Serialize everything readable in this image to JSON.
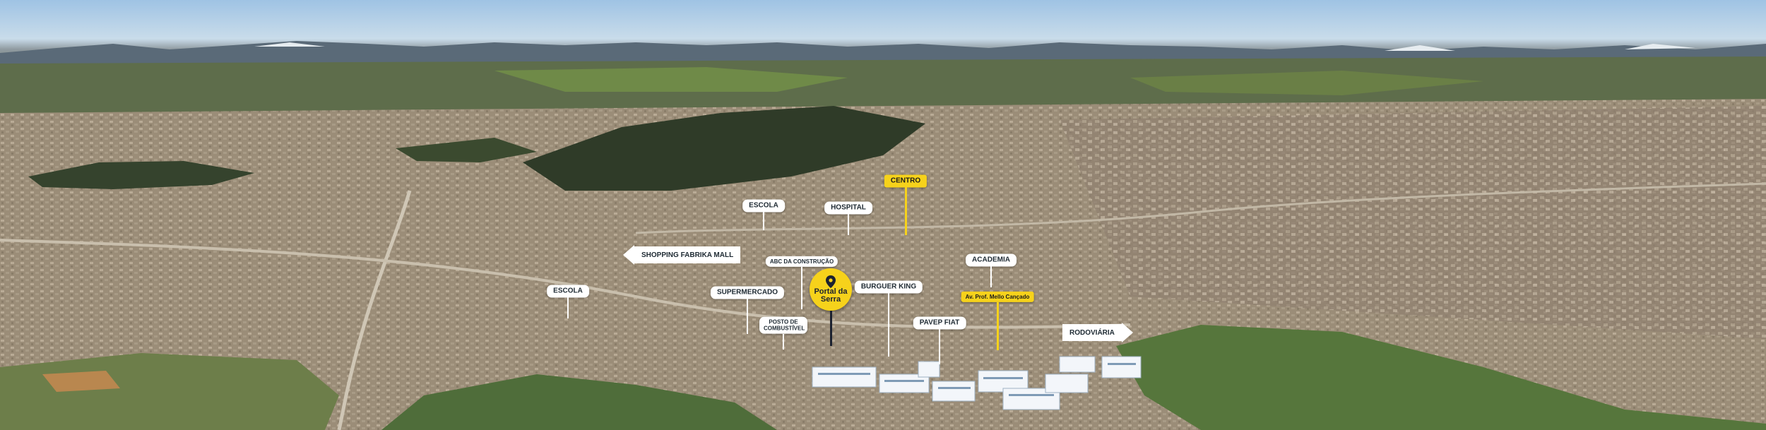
{
  "pois": [
    {
      "label": "CENTRO",
      "style": "yellow"
    },
    {
      "label": "ESCOLA",
      "style": "white"
    },
    {
      "label": "HOSPITAL",
      "style": "white"
    },
    {
      "label": "ABC DA CONSTRUÇÃO",
      "style": "white"
    },
    {
      "label": "ACADEMIA",
      "style": "white"
    },
    {
      "label": "ESCOLA",
      "style": "white"
    },
    {
      "label": "SUPERMERCADO",
      "style": "white"
    },
    {
      "label": "BURGUER KING",
      "style": "white"
    },
    {
      "label": "Av. Prof. Mello Cançado",
      "style": "yellow"
    },
    {
      "label": "POSTO DE COMBUSTÍVEL",
      "style": "white"
    },
    {
      "label": "PAVEP FIAT",
      "style": "white"
    }
  ],
  "arrows": [
    {
      "label": "SHOPPING FABRIKA MALL",
      "direction": "left"
    },
    {
      "label": "RODOVIÁRIA",
      "direction": "right"
    }
  ],
  "main_marker": {
    "line1": "Portal da",
    "line2": "Serra",
    "icon": "map-pin-icon"
  },
  "colors": {
    "accent_yellow": "#f6d21b",
    "label_white": "#ffffff",
    "label_text": "#1e2a33"
  }
}
